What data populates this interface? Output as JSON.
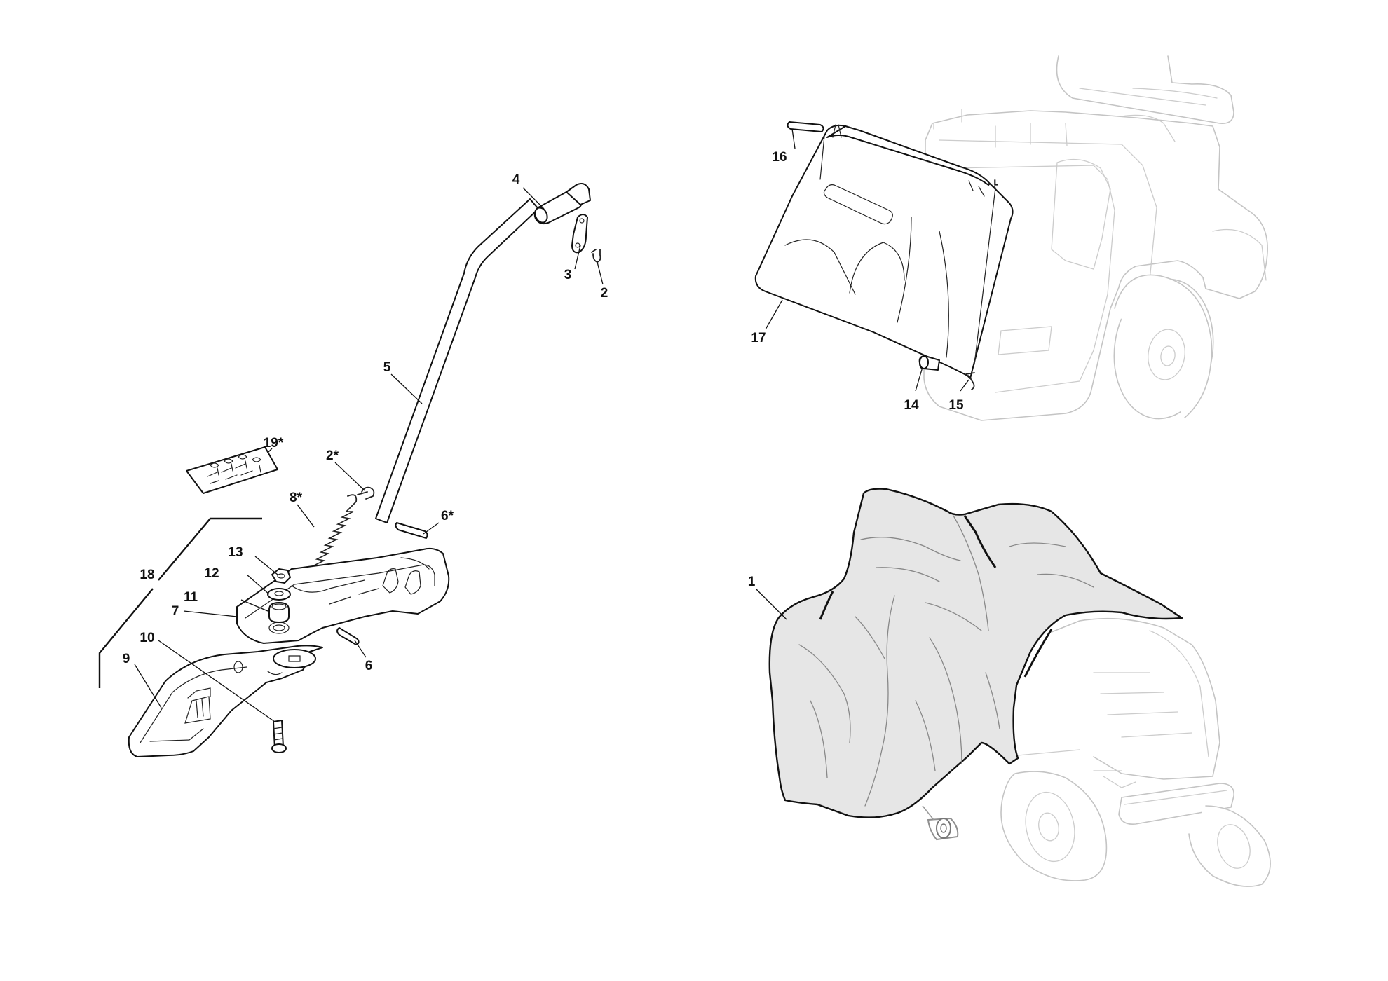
{
  "diagram": {
    "callouts": {
      "c1": "1",
      "c2": "2",
      "c2s": "2*",
      "c3": "3",
      "c4": "4",
      "c5": "5",
      "c6": "6",
      "c6s": "6*",
      "c7": "7",
      "c8s": "8*",
      "c9": "9",
      "c10": "10",
      "c11": "11",
      "c12": "12",
      "c13": "13",
      "c14": "14",
      "c15": "15",
      "c16": "16",
      "c17": "17",
      "c18": "18",
      "c19s": "19*"
    }
  }
}
